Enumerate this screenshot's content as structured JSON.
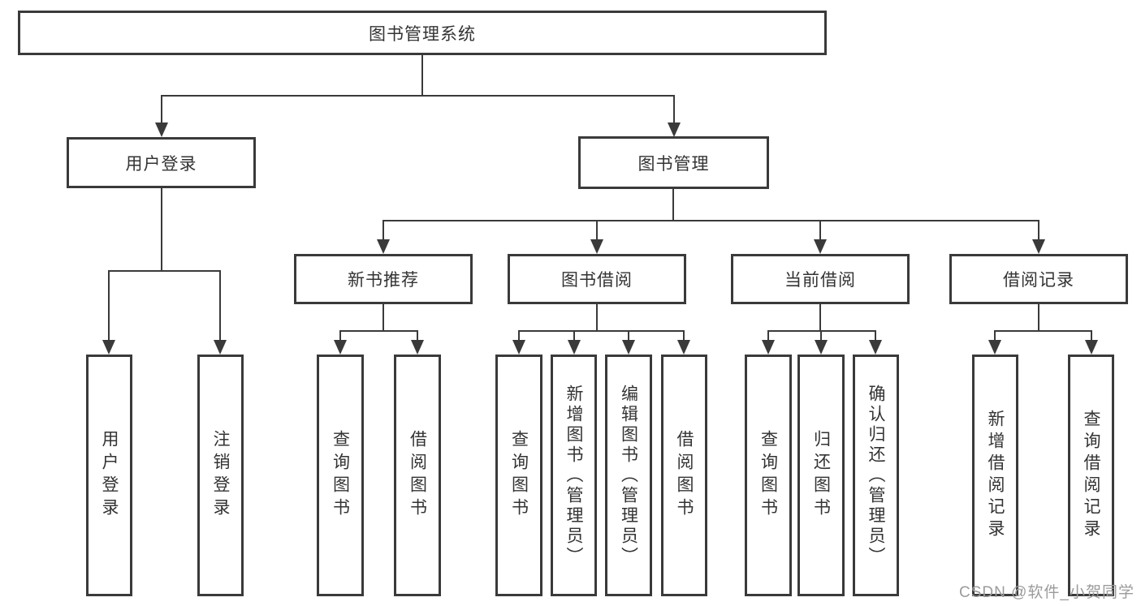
{
  "page": {
    "background": "#ffffff"
  },
  "colors": {
    "line": "#3a3a3a",
    "text": "#333333",
    "watermark_color": "#9b9b9b"
  },
  "diagram": {
    "root": {
      "label": "图书管理系统"
    },
    "level2": [
      {
        "label": "用户登录"
      },
      {
        "label": "图书管理"
      }
    ],
    "level3": [
      {
        "label": "新书推荐"
      },
      {
        "label": "图书借阅"
      },
      {
        "label": "当前借阅"
      },
      {
        "label": "借阅记录"
      }
    ],
    "leaves": {
      "user_login": [
        {
          "label": "用户登录"
        },
        {
          "label": "注销登录"
        }
      ],
      "new_book_recommend": [
        {
          "label": "查询图书"
        },
        {
          "label": "借阅图书"
        }
      ],
      "book_borrow": [
        {
          "label": "查询图书"
        },
        {
          "label": "新增图书（管理员）"
        },
        {
          "label": "编辑图书（管理员）"
        },
        {
          "label": "借阅图书"
        }
      ],
      "current_borrow": [
        {
          "label": "查询图书"
        },
        {
          "label": "归还图书"
        },
        {
          "label": "确认归还（管理员）"
        }
      ],
      "borrow_records": [
        {
          "label": "新增借阅记录"
        },
        {
          "label": "查询借阅记录"
        }
      ]
    }
  },
  "watermark": {
    "text": "CSDN @软件_小贺同学"
  }
}
